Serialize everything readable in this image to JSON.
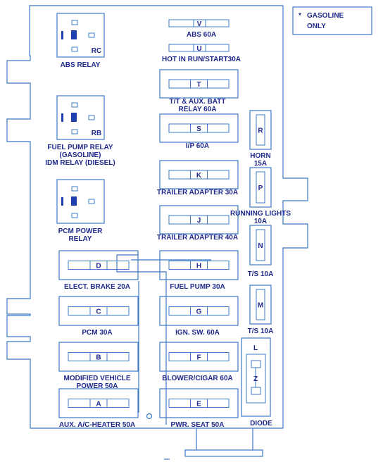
{
  "colors": {
    "stroke": "#3b78c8",
    "text": "#1f2a8c",
    "fill": "#1f3fb0",
    "bg": "#ffffff"
  },
  "note": {
    "star": "*",
    "line1": "GASOLINE",
    "line2": "ONLY"
  },
  "relays": {
    "abs": {
      "code": "RC",
      "label": [
        "ABS RELAY"
      ]
    },
    "fuel_pump": {
      "code": "RB",
      "label": [
        "FUEL PUMP RELAY",
        "(GASOLINE)",
        "IDM RELAY (DIESEL)"
      ]
    },
    "pcm_power": {
      "code": "",
      "label": [
        "PCM POWER",
        "RELAY"
      ]
    }
  },
  "top_fuses": {
    "v": {
      "letter": "V",
      "label": "ABS 60A"
    },
    "u": {
      "letter": "U",
      "label": "HOT IN RUN/START30A"
    }
  },
  "maxi_fuses": [
    {
      "letter": "T",
      "label": [
        "T/T & AUX. BATT",
        "RELAY 60A"
      ]
    },
    {
      "letter": "S",
      "label": [
        "I/P 60A"
      ]
    },
    {
      "letter": "K",
      "label": [
        "TRAILER ADAPTER 30A"
      ]
    },
    {
      "letter": "J",
      "label": [
        "TRAILER ADAPTER 40A"
      ]
    }
  ],
  "left_fuses": [
    {
      "letter": "D",
      "label": [
        "ELECT. BRAKE 20A"
      ]
    },
    {
      "letter": "C",
      "label": [
        "PCM 30A"
      ]
    },
    {
      "letter": "B",
      "label": [
        "MODIFIED VEHICLE",
        "POWER 50A"
      ]
    },
    {
      "letter": "A",
      "label": [
        "AUX. A/C-HEATER 50A"
      ]
    }
  ],
  "mid_fuses": [
    {
      "letter": "H",
      "label": [
        "FUEL PUMP 30A"
      ]
    },
    {
      "letter": "G",
      "label": [
        "IGN. SW. 60A"
      ]
    },
    {
      "letter": "F",
      "label": [
        "BLOWER/CIGAR 60A"
      ]
    },
    {
      "letter": "E",
      "label": [
        "PWR. SEAT 50A"
      ]
    }
  ],
  "right_fuses": [
    {
      "letter": "R",
      "label": [
        "HORN",
        "15A"
      ]
    },
    {
      "letter": "P",
      "label": [
        "RUNNING LIGHTS",
        "10A"
      ]
    },
    {
      "letter": "N",
      "label": [
        "T/S 10A"
      ]
    },
    {
      "letter": "M",
      "label": [
        "T/S 10A"
      ]
    }
  ],
  "diode": {
    "letter_top": "L",
    "letter_mid": "Z",
    "label": "DIODE"
  }
}
